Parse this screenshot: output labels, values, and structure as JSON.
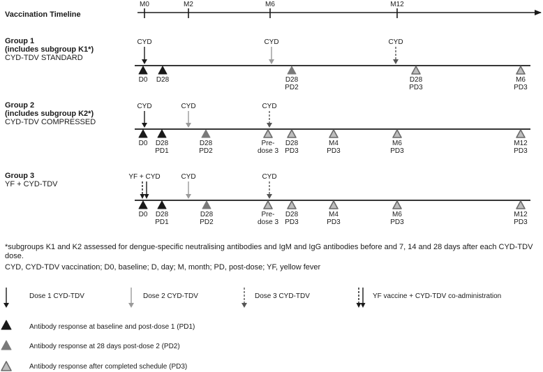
{
  "timeline": {
    "title": "Vaccination Timeline",
    "months": [
      "M0",
      "M2",
      "M6",
      "M12"
    ]
  },
  "groups": [
    {
      "title_line1": "Group 1",
      "title_line2": "(includes subgroup K1*)",
      "subtitle": "CYD-TDV STANDARD",
      "doses": [
        {
          "label": "CYD",
          "type": "dose1"
        },
        {
          "label": "CYD",
          "type": "dose2"
        },
        {
          "label": "CYD",
          "type": "dose3"
        }
      ],
      "markers": [
        {
          "type": "pd1",
          "labels": [
            "D0"
          ]
        },
        {
          "type": "pd1",
          "labels": [
            "D28"
          ]
        },
        {
          "type": "pd2",
          "labels": [
            "D28",
            "PD2"
          ]
        },
        {
          "type": "pd3",
          "labels": [
            "D28",
            "PD3"
          ]
        },
        {
          "type": "pd3",
          "labels": [
            "M6",
            "PD3"
          ]
        }
      ]
    },
    {
      "title_line1": "Group 2",
      "title_line2": "(includes subgroup K2*)",
      "subtitle": "CYD-TDV COMPRESSED",
      "doses": [
        {
          "label": "CYD",
          "type": "dose1"
        },
        {
          "label": "CYD",
          "type": "dose2"
        },
        {
          "label": "CYD",
          "type": "dose3"
        }
      ],
      "markers": [
        {
          "type": "pd1",
          "labels": [
            "D0"
          ]
        },
        {
          "type": "pd1",
          "labels": [
            "D28",
            "PD1"
          ]
        },
        {
          "type": "pd2",
          "labels": [
            "D28",
            "PD2"
          ]
        },
        {
          "type": "pd3",
          "labels": [
            "Pre-",
            "dose 3"
          ]
        },
        {
          "type": "pd3",
          "labels": [
            "D28",
            "PD3"
          ]
        },
        {
          "type": "pd3",
          "labels": [
            "M4",
            "PD3"
          ]
        },
        {
          "type": "pd3",
          "labels": [
            "M6",
            "PD3"
          ]
        },
        {
          "type": "pd3",
          "labels": [
            "M12",
            "PD3"
          ]
        }
      ]
    },
    {
      "title_line1": "Group 3",
      "title_line2": "",
      "subtitle": "YF + CYD-TDV",
      "doses": [
        {
          "label": "YF + CYD",
          "type": "coadmin"
        },
        {
          "label": "CYD",
          "type": "dose2"
        },
        {
          "label": "CYD",
          "type": "dose3"
        }
      ],
      "markers": [
        {
          "type": "pd1",
          "labels": [
            "D0"
          ]
        },
        {
          "type": "pd1",
          "labels": [
            "D28",
            "PD1"
          ]
        },
        {
          "type": "pd2",
          "labels": [
            "D28",
            "PD2"
          ]
        },
        {
          "type": "pd3",
          "labels": [
            "Pre-",
            "dose 3"
          ]
        },
        {
          "type": "pd3",
          "labels": [
            "D28",
            "PD3"
          ]
        },
        {
          "type": "pd3",
          "labels": [
            "M4",
            "PD3"
          ]
        },
        {
          "type": "pd3",
          "labels": [
            "M6",
            "PD3"
          ]
        },
        {
          "type": "pd3",
          "labels": [
            "M12",
            "PD3"
          ]
        }
      ]
    }
  ],
  "footnote": {
    "line1": "*subgroups K1 and K2 assessed for dengue-specific neutralising antibodies and IgM and IgG antibodies before and 7, 14 and 28 days after each CYD-TDV dose.",
    "line2": "CYD, CYD-TDV vaccination; D0, baseline; D, day; M, month; PD, post-dose; YF, yellow fever"
  },
  "legend": {
    "dose1": "Dose 1 CYD-TDV",
    "dose2": "Dose 2 CYD-TDV",
    "dose3": "Dose 3 CYD-TDV",
    "coadmin": "YF vaccine + CYD-TDV co-administration",
    "pd1": "Antibody response at baseline and post-dose 1 (PD1)",
    "pd2": "Antibody response at 28 days post-dose 2 (PD2)",
    "pd3": "Antibody response after completed schedule (PD3)"
  },
  "colors": {
    "dose1": "#1a1a1a",
    "dose2": "#9a9a9a",
    "dose3": "#555555",
    "pd1_fill": "#1a1a1a",
    "pd2_fill": "#7a7a7a",
    "pd3_fill": "#bdbdbd",
    "pd3_stroke": "#6a6a6a",
    "line": "#1a1a1a"
  }
}
